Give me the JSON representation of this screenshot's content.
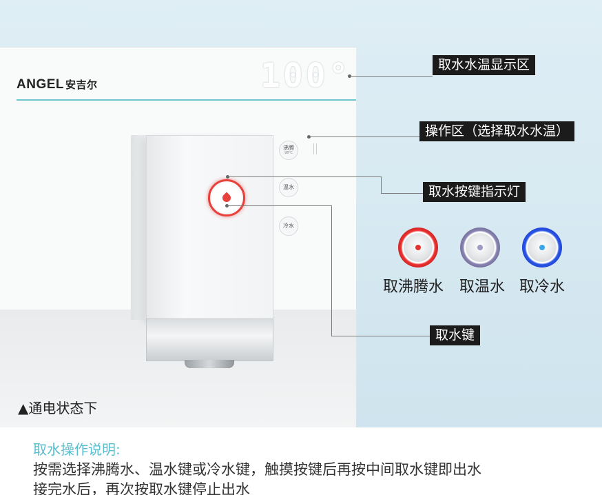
{
  "product": {
    "brand": "ANGEL",
    "brand_cn": "安吉尔",
    "temperature_display": "100°"
  },
  "panel_keys": {
    "boil_label": "沸腾",
    "boil_sub": "98℃",
    "warm_label": "温水",
    "cold_label": "冷水"
  },
  "callouts": {
    "temp_display": "取水水温显示区",
    "operation_area": "操作区（选择取水水温）",
    "indicator_light": "取水按键指示灯",
    "dispense_key": "取水键"
  },
  "demo_buttons": [
    {
      "label": "取沸腾水",
      "color": "#e3342f"
    },
    {
      "label": "取温水",
      "color": "#7b76a6"
    },
    {
      "label": "取冷水",
      "color": "#2350e0"
    }
  ],
  "caption": "▲通电状态下",
  "instructions": {
    "title": "取水操作说明:",
    "line1": "按需选择沸腾水、温水键或冷水键，触摸按键后再按中间取水键即出水",
    "line2": "接完水后，再次按取水键停止出水"
  },
  "colors": {
    "accent_teal": "#6fc6cf",
    "instruction_title": "#58bfd0",
    "indicator_red": "#e8413c"
  }
}
